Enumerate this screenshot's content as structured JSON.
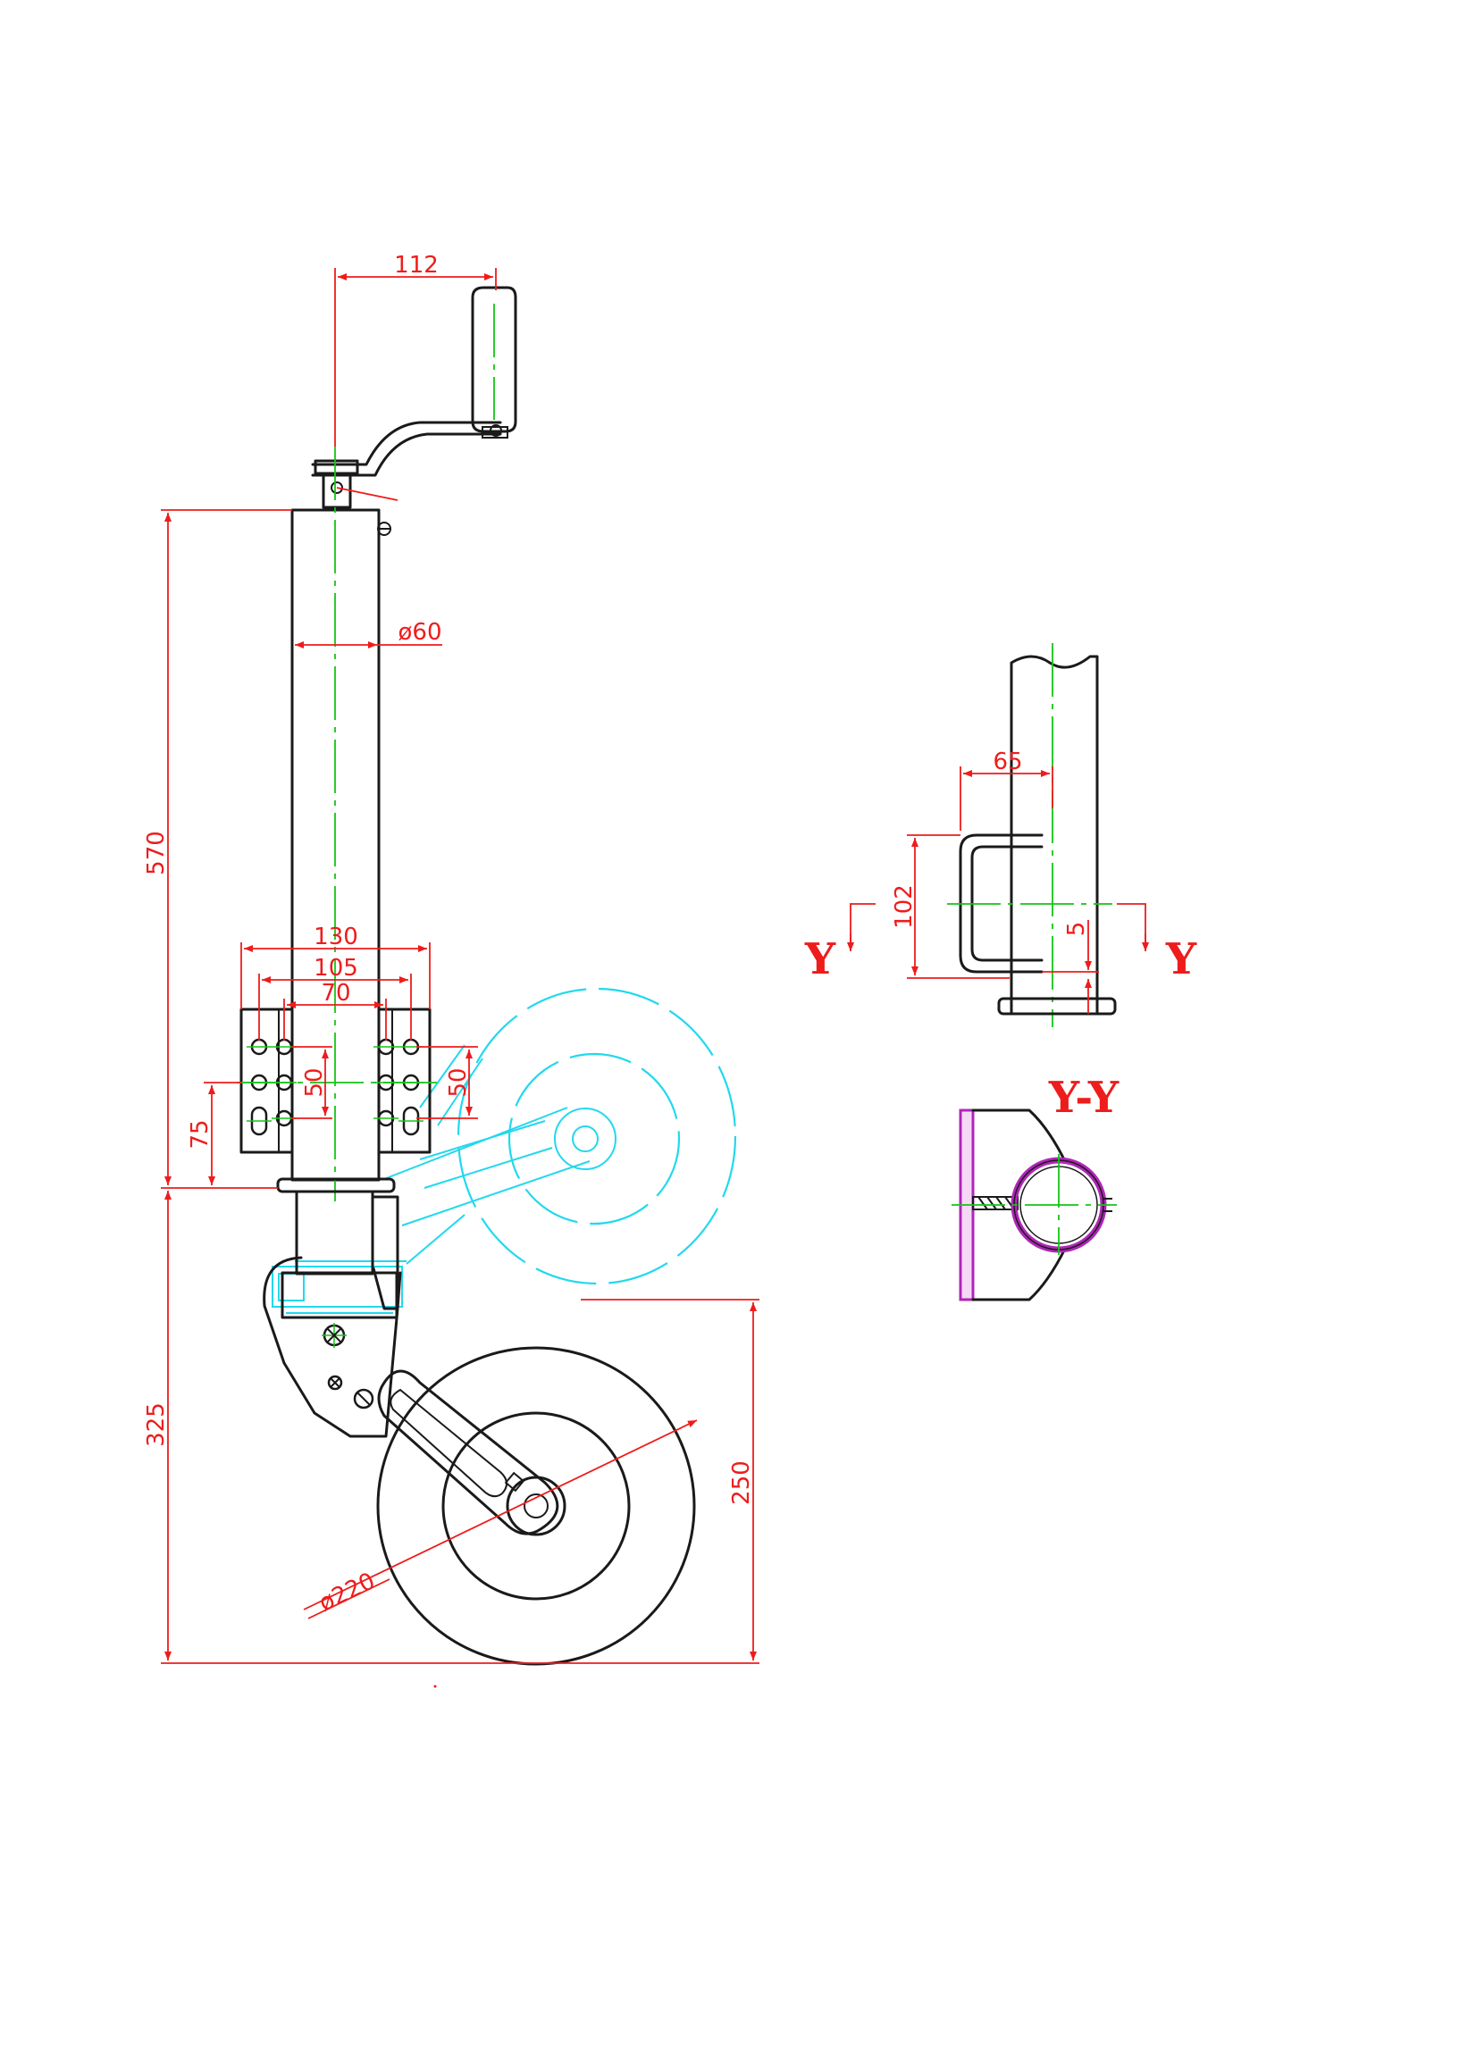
{
  "dimensions": {
    "handle_offset": "112",
    "tube_diameter": "ø60",
    "overall_upper_height": "570",
    "clamp_width_outer": "130",
    "clamp_width_mid": "105",
    "clamp_width_inner": "70",
    "hole_pitch_left": "50",
    "hole_pitch_right": "50",
    "clamp_height": "75",
    "lower_height": "325",
    "wheel_height": "250",
    "wheel_diameter": "ø220",
    "side_clamp_width": "65",
    "side_clamp_height": "102",
    "side_plate_thickness": "5"
  },
  "section": {
    "cut_label_left": "Y",
    "cut_label_right": "Y",
    "section_title": "Y-Y"
  },
  "colors": {
    "outline": "#1a1a1a",
    "dimension": "#ee1c1c",
    "centerline": "#16c416",
    "ghost_position": "#22d8ee",
    "section_hatch": "#b026b8"
  }
}
